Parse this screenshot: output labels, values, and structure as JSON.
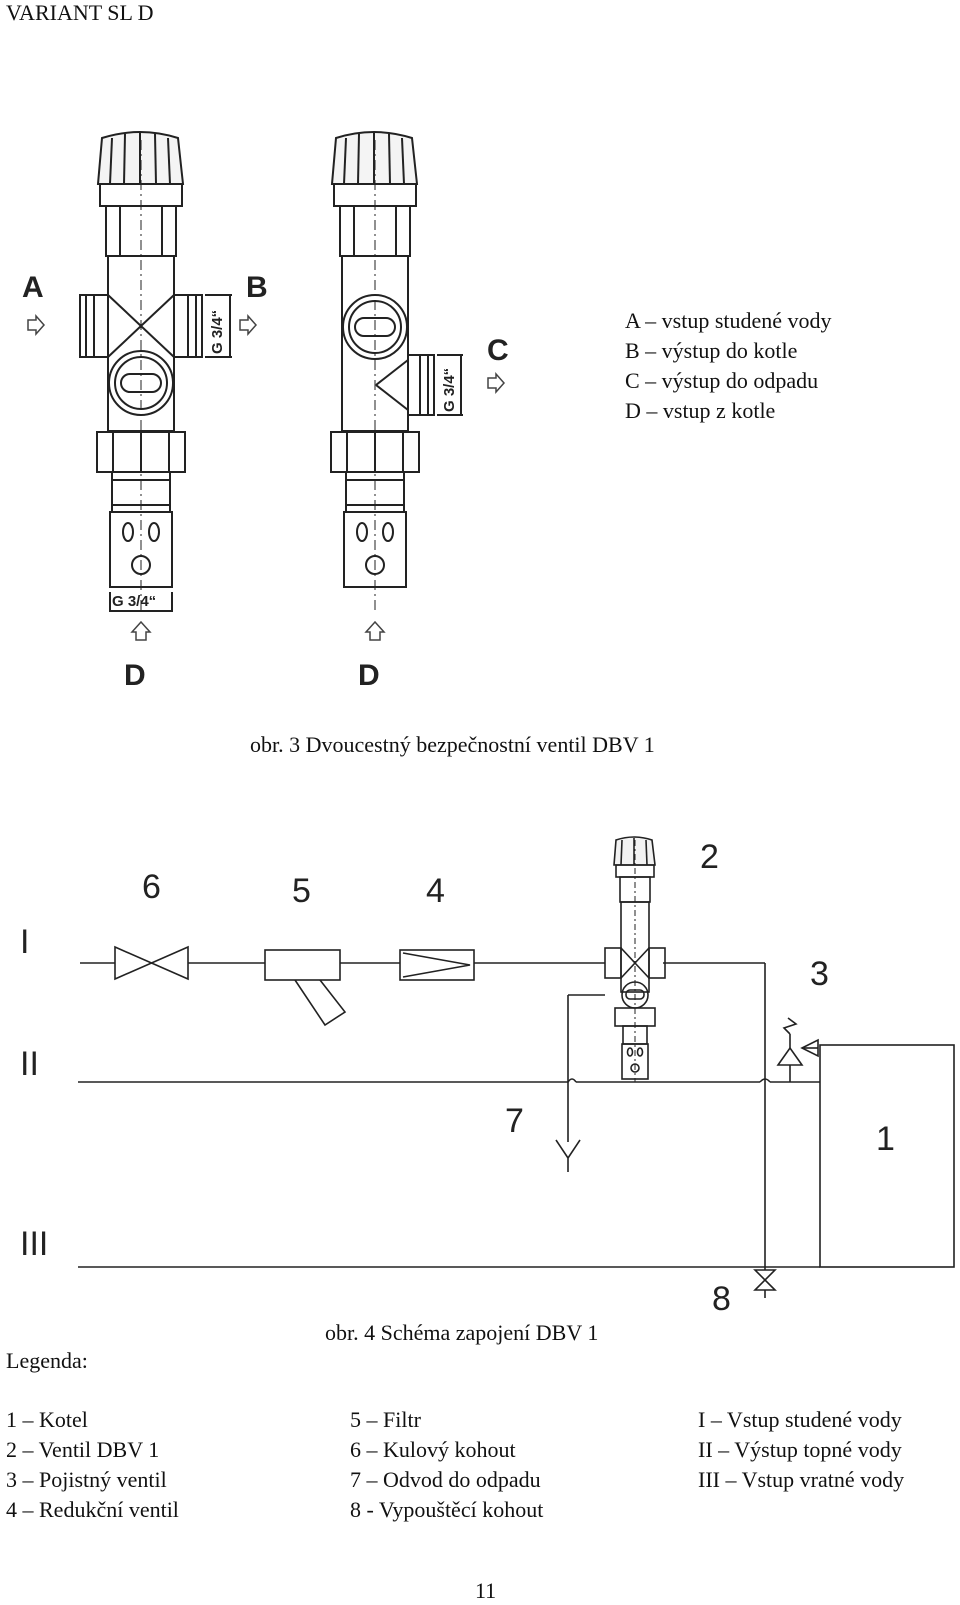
{
  "header": {
    "title": "VARIANT SL D"
  },
  "figure3": {
    "caption": "obr. 3 Dvoucestný bezpečnostní ventil DBV 1",
    "labels": {
      "a": "A",
      "b": "B",
      "c": "C",
      "d1": "D",
      "d2": "D"
    },
    "dims": {
      "g1": "G 3/4“",
      "g2": "G 3/4“",
      "g3": "G 3/4“"
    },
    "legend": [
      "A – vstup studené vody",
      "B – výstup do kotle",
      "C – výstup do odpadu",
      "D – vstup z kotle"
    ]
  },
  "figure4": {
    "caption": "obr. 4 Schéma zapojení DBV 1",
    "lines": {
      "l1": "I",
      "l2": "II",
      "l3": "III"
    },
    "numbers": {
      "n1": "1",
      "n2": "2",
      "n3": "3",
      "n4": "4",
      "n5": "5",
      "n6": "6",
      "n7": "7",
      "n8": "8"
    }
  },
  "legend": {
    "title": "Legenda:",
    "col1": [
      "1 – Kotel",
      "2 – Ventil DBV 1",
      "3 – Pojistný ventil",
      "4 – Redukční ventil"
    ],
    "col2": [
      "5 – Filtr",
      "6 – Kulový kohout",
      "7 – Odvod do odpadu",
      "8 -  Vypouštěcí kohout"
    ],
    "col3": [
      "I – Vstup studené vody",
      "II – Výstup topné vody",
      "III – Vstup vratné vody"
    ]
  },
  "page": {
    "number": "11"
  }
}
